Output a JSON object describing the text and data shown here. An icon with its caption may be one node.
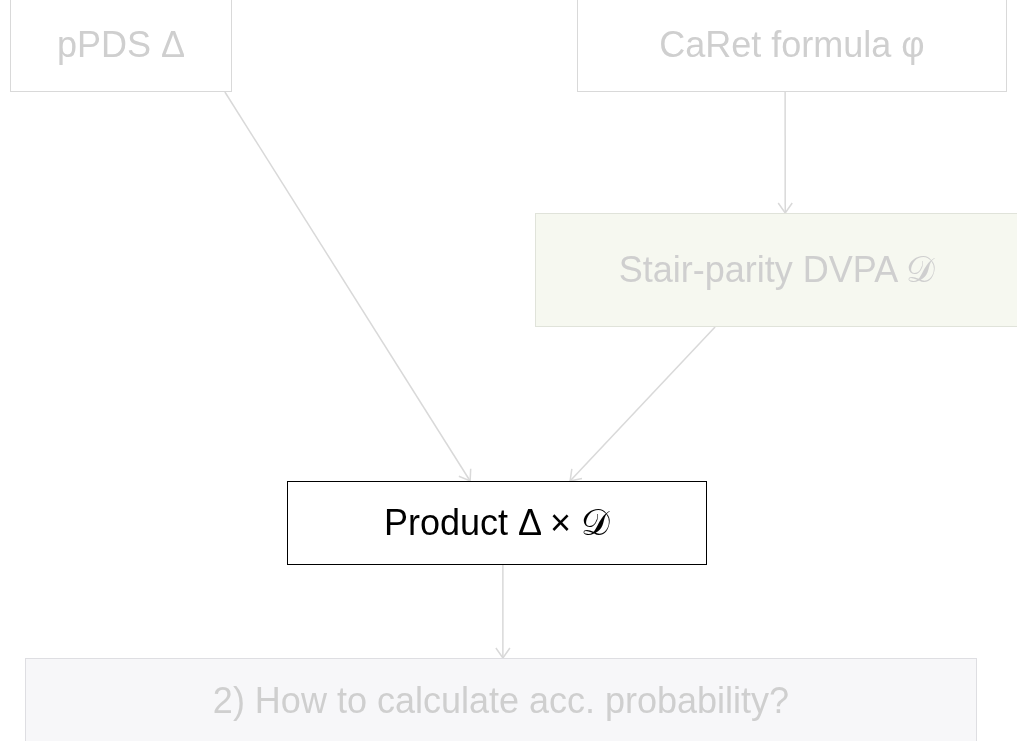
{
  "diagram": {
    "nodes": [
      {
        "text": [
          "pPDS Δ"
        ]
      },
      {
        "text": [
          "CaRet formula φ"
        ]
      },
      {
        "text": [
          "Stair-parity DVPA 𝒟"
        ]
      },
      {
        "text": [
          "Product Δ × 𝒟"
        ]
      },
      {
        "text": [
          "2) How to calculate acc. probability?"
        ]
      }
    ],
    "edges": [
      {
        "from": 0,
        "to": 3,
        "arrow": "to"
      },
      {
        "from": 1,
        "to": 2,
        "arrow": "to"
      },
      {
        "from": 2,
        "to": 3,
        "arrow": "to"
      },
      {
        "from": 3,
        "to": 4,
        "arrow": "to"
      }
    ]
  }
}
